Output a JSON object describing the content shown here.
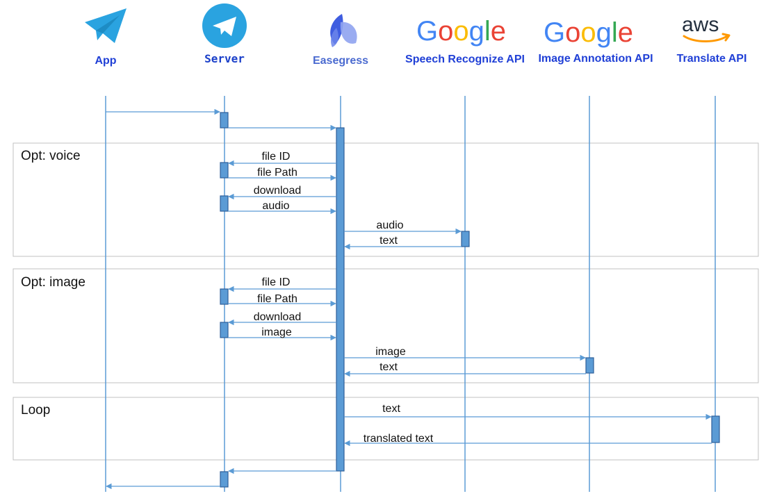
{
  "participants": [
    {
      "key": "app",
      "label": "App",
      "icon": "telegram-plane-icon"
    },
    {
      "key": "server",
      "label": "Server",
      "icon": "telegram-circle-icon"
    },
    {
      "key": "easegress",
      "label": "Easegress",
      "icon": "easegress-logo"
    },
    {
      "key": "speech",
      "label": "Speech Recognize API",
      "icon": "google-logo",
      "logo_text": "Google"
    },
    {
      "key": "image",
      "label": "Image Annotation API",
      "icon": "google-logo",
      "logo_text": "Google"
    },
    {
      "key": "translate",
      "label": "Translate API",
      "icon": "aws-logo",
      "logo_text": "aws"
    }
  ],
  "fragments": [
    {
      "key": "voice",
      "title": "Opt: voice"
    },
    {
      "key": "image",
      "title": "Opt: image"
    },
    {
      "key": "loop",
      "title": "Loop"
    }
  ],
  "messages": [
    {
      "from": "app",
      "to": "server",
      "label": ""
    },
    {
      "from": "server",
      "to": "easegress",
      "label": ""
    },
    {
      "from": "easegress",
      "to": "server",
      "label": "file ID"
    },
    {
      "from": "server",
      "to": "easegress",
      "label": "file Path"
    },
    {
      "from": "easegress",
      "to": "server",
      "label": "download"
    },
    {
      "from": "server",
      "to": "easegress",
      "label": "audio"
    },
    {
      "from": "easegress",
      "to": "speech",
      "label": "audio"
    },
    {
      "from": "speech",
      "to": "easegress",
      "label": "text"
    },
    {
      "from": "easegress",
      "to": "server",
      "label": "file ID"
    },
    {
      "from": "server",
      "to": "easegress",
      "label": "file Path"
    },
    {
      "from": "easegress",
      "to": "server",
      "label": "download"
    },
    {
      "from": "server",
      "to": "easegress",
      "label": "image"
    },
    {
      "from": "easegress",
      "to": "image",
      "label": "image"
    },
    {
      "from": "image",
      "to": "easegress",
      "label": "text"
    },
    {
      "from": "easegress",
      "to": "translate",
      "label": "text"
    },
    {
      "from": "translate",
      "to": "easegress",
      "label": "translated text"
    },
    {
      "from": "easegress",
      "to": "server",
      "label": ""
    },
    {
      "from": "server",
      "to": "app",
      "label": ""
    }
  ],
  "colors": {
    "lifeline": "#5b9bd5",
    "activation_fill": "#5b9bd5",
    "activation_stroke": "#2e5f99",
    "fragment_border": "#c0c0c0",
    "participant_label": "#1f3fd6",
    "telegram": "#2aa3e0",
    "aws_smile": "#ff9900"
  }
}
